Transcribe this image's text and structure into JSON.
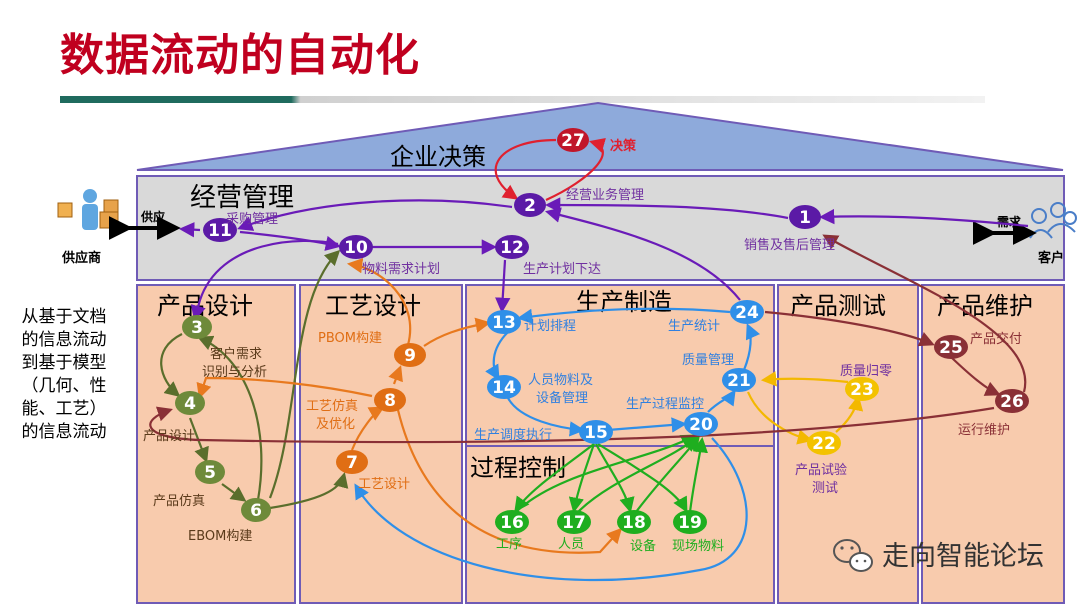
{
  "title": "数据流动的自动化",
  "side_note": [
    "从基于文档",
    "的信息流动",
    "到基于模型",
    "（几何、性",
    "能、工艺）",
    "的信息流动"
  ],
  "footer": {
    "brand": "走向智能论坛",
    "icon": "wechat-icon"
  },
  "colors": {
    "title": "#c0001f",
    "roof": "#8eaadb",
    "band": "#d9d9d9",
    "panel": "#f8cbad",
    "frame": "#6f5bb6",
    "node_purple": "#5b1aa6",
    "node_red": "#c0162a",
    "node_olive": "#6e8a3a",
    "node_orange": "#e06e14",
    "node_blue": "#2f8fe8",
    "node_green": "#1fae1f",
    "node_yellow": "#f3c200",
    "node_maroon": "#8a3036"
  },
  "sections": {
    "roof": "企业决策",
    "business": "经营管理",
    "product_design": "产品设计",
    "process_design": "工艺设计",
    "manufacturing": "生产制造",
    "product_test": "产品测试",
    "product_maintenance": "产品维护",
    "process_control": "过程控制"
  },
  "actors": {
    "supplier": "供应商",
    "supply": "供应",
    "customer": "客户",
    "demand": "需求"
  },
  "nodes": [
    {
      "id": "1",
      "label": "销售及售后管理"
    },
    {
      "id": "2",
      "label": "经营业务管理"
    },
    {
      "id": "3",
      "label": ""
    },
    {
      "id": "4",
      "label": "产品设计"
    },
    {
      "id": "5",
      "label": "产品仿真"
    },
    {
      "id": "6",
      "label": "EBOM构建"
    },
    {
      "id": "7",
      "label": "工艺设计"
    },
    {
      "id": "8",
      "label": "工艺仿真及优化"
    },
    {
      "id": "9",
      "label": "PBOM构建"
    },
    {
      "id": "10",
      "label": "物料需求计划"
    },
    {
      "id": "11",
      "label": "采购管理"
    },
    {
      "id": "12",
      "label": "生产计划下达"
    },
    {
      "id": "13",
      "label": "计划排程"
    },
    {
      "id": "14",
      "label": "人员物料及设备管理"
    },
    {
      "id": "15",
      "label": "生产调度执行"
    },
    {
      "id": "16",
      "label": "工序"
    },
    {
      "id": "17",
      "label": "人员"
    },
    {
      "id": "18",
      "label": "设备"
    },
    {
      "id": "19",
      "label": "现场物料"
    },
    {
      "id": "20",
      "label": "生产过程监控"
    },
    {
      "id": "21",
      "label": "质量管理"
    },
    {
      "id": "22",
      "label": "产品试验测试"
    },
    {
      "id": "23",
      "label": "质量归零"
    },
    {
      "id": "24",
      "label": "生产统计"
    },
    {
      "id": "25",
      "label": "产品交付"
    },
    {
      "id": "26",
      "label": "运行维护"
    },
    {
      "id": "27",
      "label": "决策"
    }
  ],
  "node_label_texts": {
    "n8_a": "工艺仿真",
    "n8_b": "及优化",
    "n14_a": "人员物料及",
    "n14_b": "设备管理",
    "n22_a": "产品试验",
    "n22_b": "测试",
    "n3_a": "客户需求",
    "n3_b": "识别与分析"
  }
}
